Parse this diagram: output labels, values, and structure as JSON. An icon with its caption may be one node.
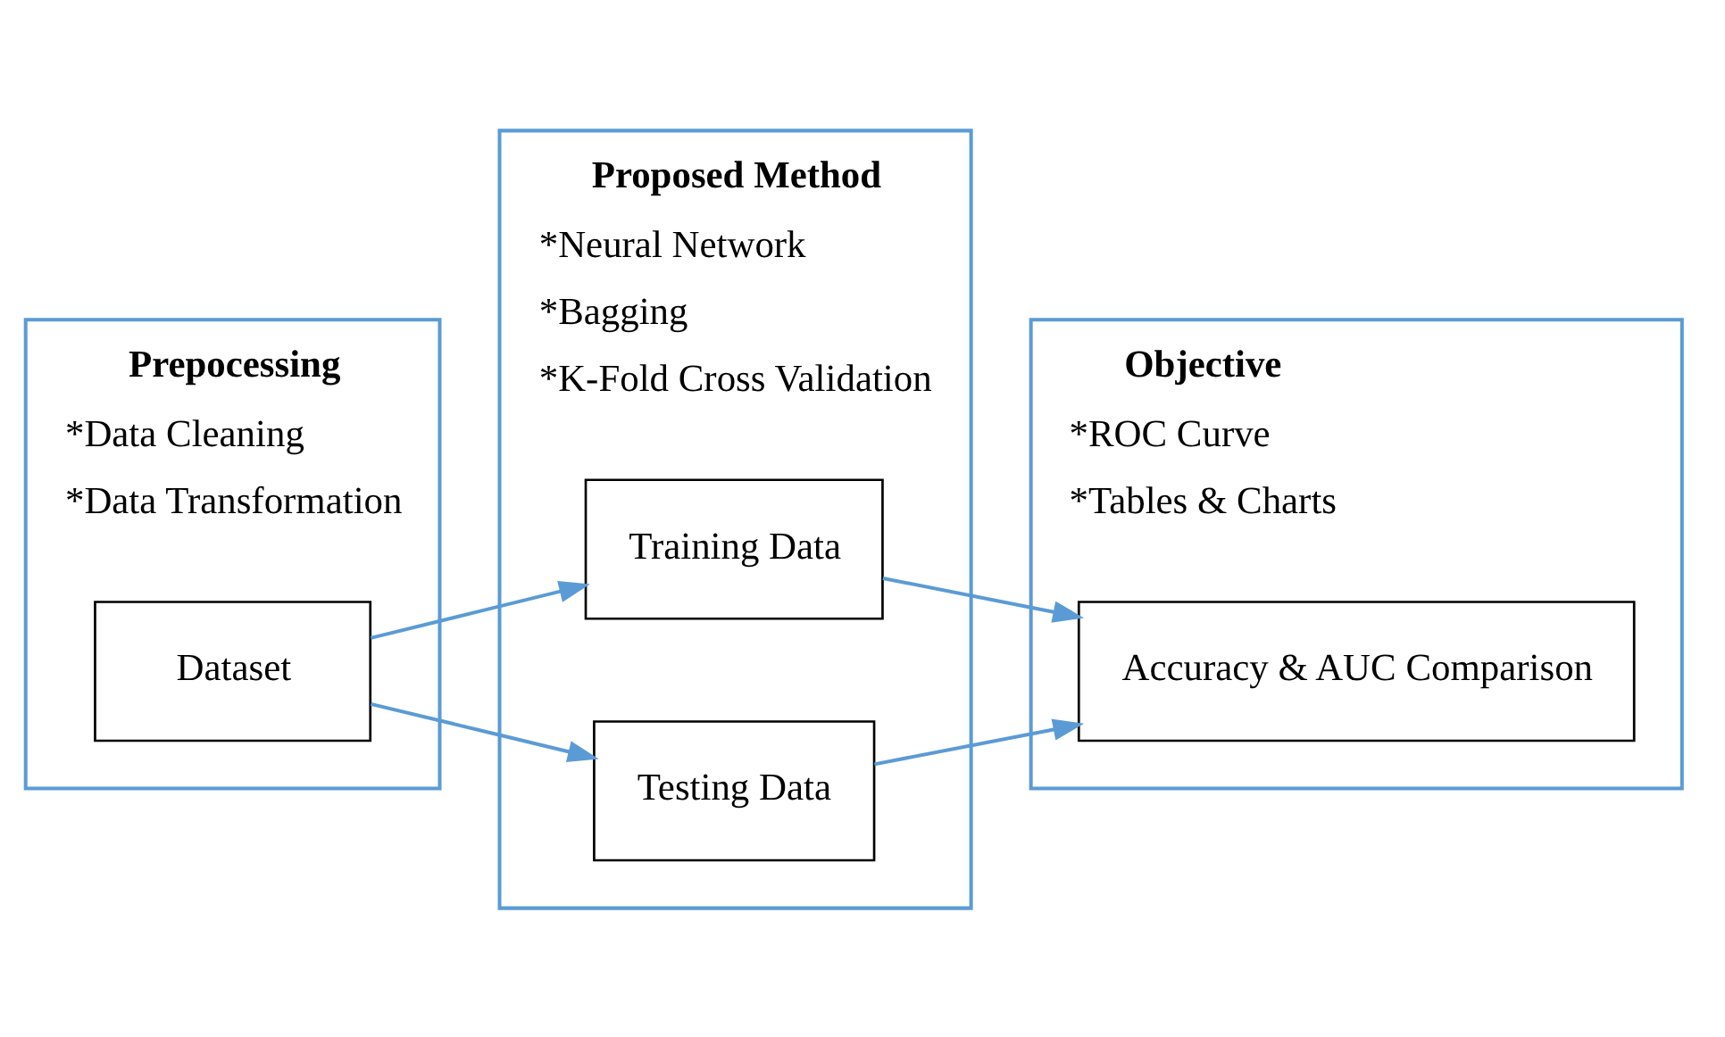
{
  "diagram": {
    "nodes": [
      {
        "text": [
          "Prepocessing",
          "*Data Cleaning",
          "*Data Transformation"
        ]
      },
      {
        "text": [
          "Dataset"
        ],
        "in": 0
      },
      {
        "text": [
          "Proposed Method",
          "*Neural Network",
          "*Bagging",
          "*K-Fold Cross Validation"
        ]
      },
      {
        "text": [
          "Training Data"
        ],
        "in": 2
      },
      {
        "text": [
          "Testing Data"
        ],
        "in": 2
      },
      {
        "text": [
          "Objective",
          "*ROC Curve",
          "*Tables & Charts"
        ]
      },
      {
        "text": [
          "Accuracy & AUC Comparison"
        ],
        "in": 5
      }
    ],
    "edges": [
      {
        "from": 1,
        "to": 3,
        "arrow": "to"
      },
      {
        "from": 1,
        "to": 4,
        "arrow": "to"
      },
      {
        "from": 3,
        "to": 6,
        "arrow": "to"
      },
      {
        "from": 4,
        "to": 6,
        "arrow": "to"
      }
    ]
  }
}
